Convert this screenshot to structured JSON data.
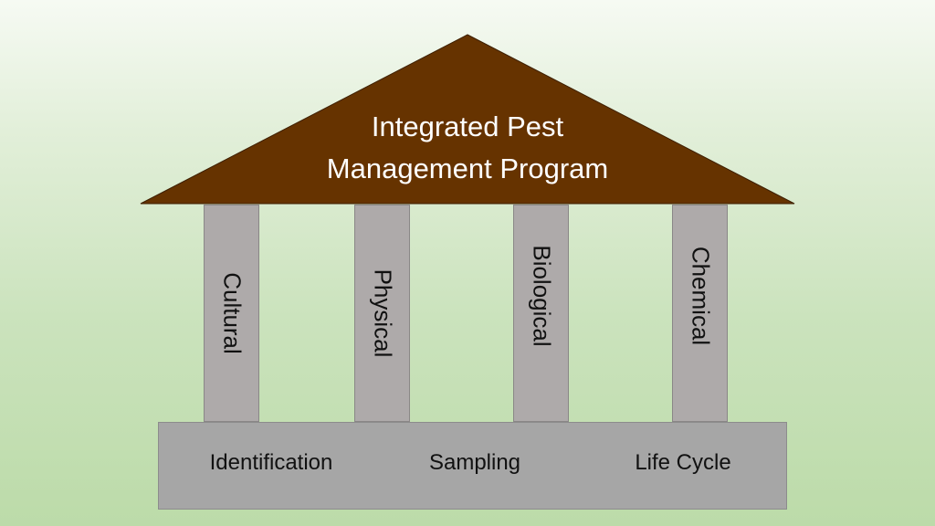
{
  "diagram": {
    "title_lines": [
      "Integrated Pest",
      "Management Program"
    ],
    "pillars": [
      {
        "label": "Cultural"
      },
      {
        "label": "Physical"
      },
      {
        "label": "Biological"
      },
      {
        "label": "Chemical"
      }
    ],
    "foundation": [
      {
        "label": "Identification"
      },
      {
        "label": "Sampling"
      },
      {
        "label": "Life Cycle"
      }
    ],
    "colors": {
      "roof": "#663300",
      "pillar": "#aeaaaa",
      "foundation": "#a6a6a6",
      "roof_text": "#ffffff"
    }
  }
}
